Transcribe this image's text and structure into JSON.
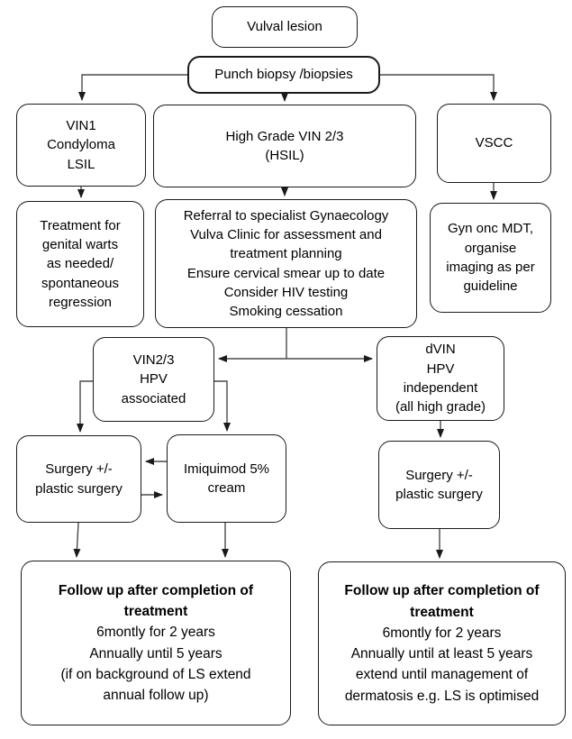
{
  "colors": {
    "box_border": "#1a1a1a",
    "connector": "#4a4a4a",
    "background": "#ffffff",
    "text": "#000000"
  },
  "nodes": {
    "vulval_lesion": {
      "lines": [
        "Vulval lesion"
      ]
    },
    "punch_biopsy": {
      "lines": [
        "Punch biopsy /biopsies"
      ]
    },
    "vin1": {
      "lines": [
        "VIN1",
        "Condyloma",
        "LSIL"
      ]
    },
    "high_grade": {
      "lines": [
        "High Grade VIN 2/3",
        "(HSIL)"
      ]
    },
    "vscc": {
      "lines": [
        "VSCC"
      ]
    },
    "warts": {
      "lines": [
        "Treatment for",
        "genital warts",
        "as needed/",
        "spontaneous",
        "regression"
      ]
    },
    "referral": {
      "lines": [
        "Referral to specialist Gynaecology",
        "Vulva Clinic for assessment and",
        "treatment planning",
        "Ensure cervical smear up to date",
        "Consider HIV testing",
        "Smoking cessation"
      ]
    },
    "gyn_onc": {
      "lines": [
        "Gyn onc MDT,",
        "organise",
        "imaging as per",
        "guideline"
      ]
    },
    "vin23": {
      "lines": [
        "VIN2/3",
        "HPV",
        "associated"
      ]
    },
    "dvin": {
      "lines": [
        "dVIN",
        "HPV",
        "independent",
        "(all high grade)"
      ]
    },
    "surgery_left": {
      "lines": [
        "Surgery +/-",
        "plastic surgery"
      ]
    },
    "imiquimod": {
      "lines": [
        "Imiquimod 5%",
        "cream"
      ]
    },
    "surgery_right": {
      "lines": [
        "Surgery +/-",
        "plastic surgery"
      ]
    },
    "followup_left": {
      "bold_lines": [
        "Follow up after completion of",
        "treatment"
      ],
      "lines": [
        "6montly for 2 years",
        "Annually until 5 years",
        "(if on background of LS extend",
        "annual follow up)"
      ]
    },
    "followup_right": {
      "bold_lines": [
        "Follow up after completion of",
        "treatment"
      ],
      "lines": [
        "6montly for 2 years",
        "Annually until at least 5 years",
        "extend until management of",
        "dermatosis e.g. LS is optimised"
      ]
    }
  }
}
